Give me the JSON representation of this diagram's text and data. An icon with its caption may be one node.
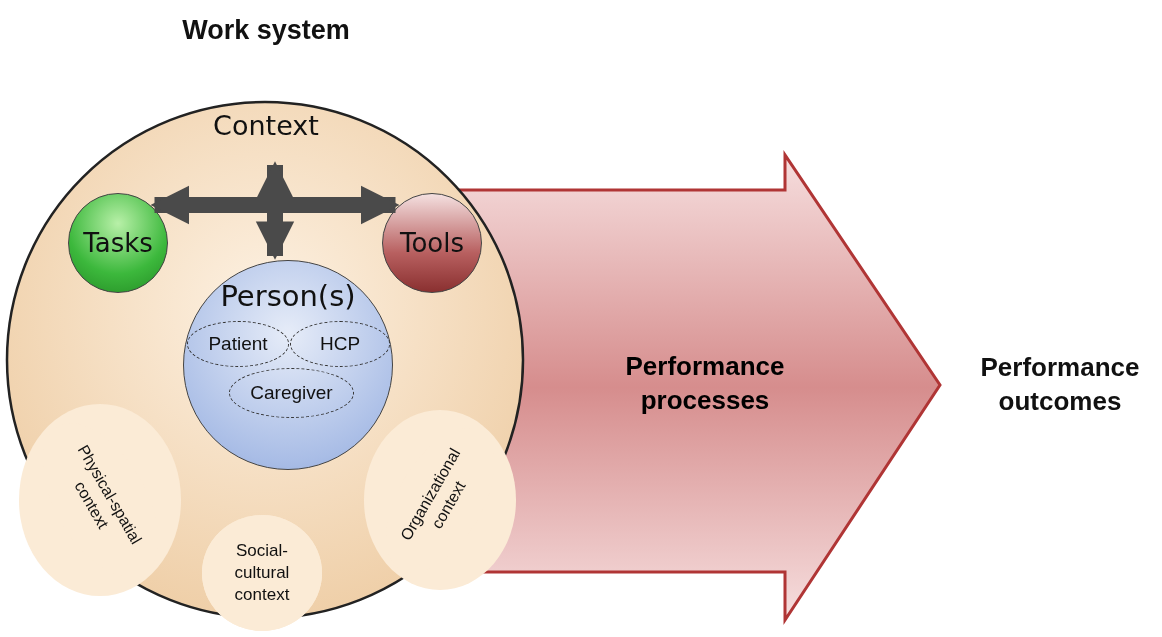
{
  "diagram": {
    "nodes": [
      {
        "text": [
          "Work system",
          "Context"
        ]
      },
      {
        "text": [
          "Tasks"
        ],
        "in": 0
      },
      {
        "text": [
          "Tools"
        ],
        "in": 0
      },
      {
        "text": [
          "Person(s)"
        ],
        "in": 0
      },
      {
        "text": [
          "Patient"
        ],
        "in": 3
      },
      {
        "text": [
          "HCP"
        ],
        "in": 3
      },
      {
        "text": [
          "Caregiver"
        ],
        "in": 3
      },
      {
        "text": [
          "Physical-spatial context"
        ],
        "in": 0
      },
      {
        "text": [
          "Social-cultural context"
        ],
        "in": 0
      },
      {
        "text": [
          "Organizational context"
        ],
        "in": 0
      },
      {
        "text": [
          "Performance outcomes"
        ]
      }
    ],
    "edges": [
      {
        "from": 0,
        "to": 10,
        "arrow": "to",
        "label": "Performance processes"
      },
      {
        "from": 1,
        "to": 2,
        "arrow": "both"
      },
      {
        "from": 0,
        "to": 3,
        "arrow": "both"
      }
    ]
  }
}
